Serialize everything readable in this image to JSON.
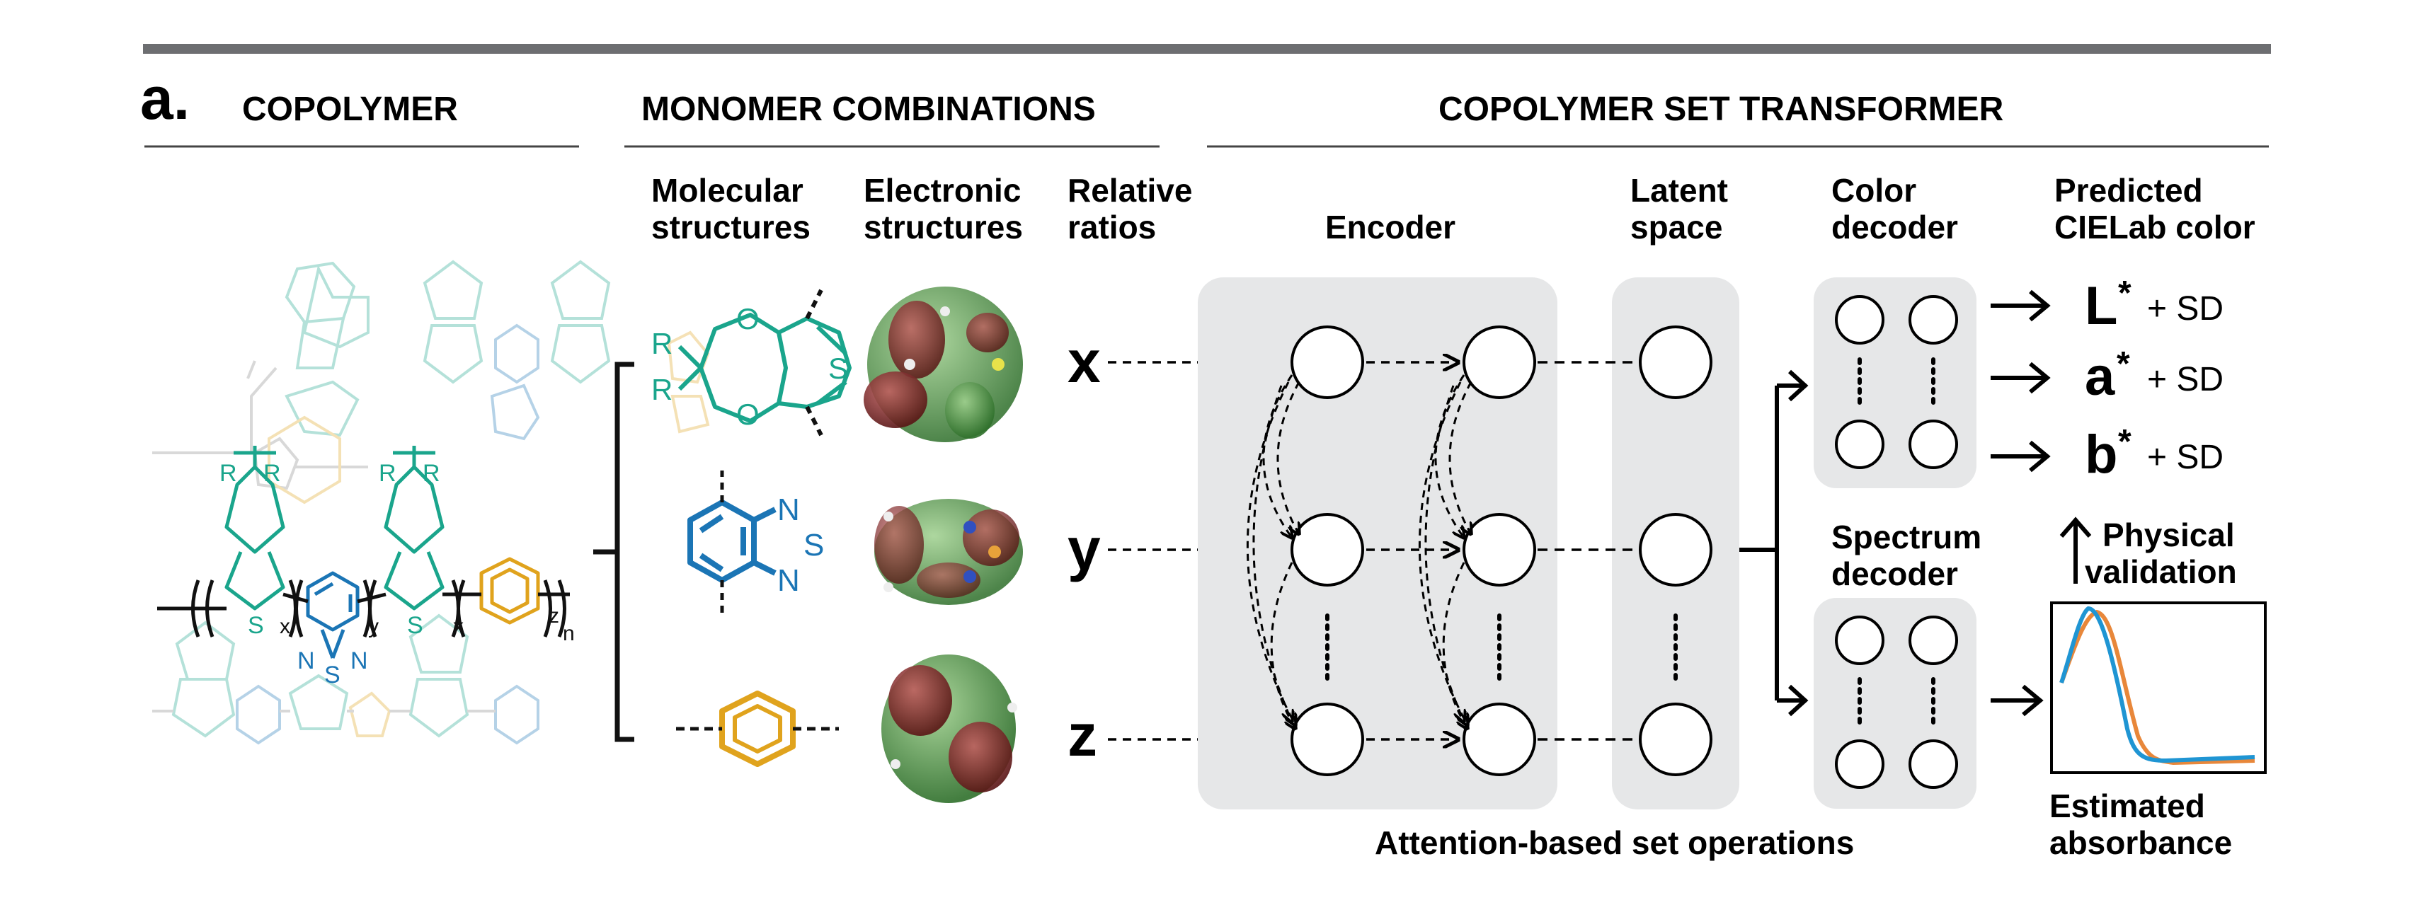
{
  "panel_label": "a.",
  "sections": {
    "copolymer": "COPOLYMER",
    "monomer_combinations": "MONOMER COMBINATIONS",
    "set_transformer": "COPOLYMER SET TRANSFORMER"
  },
  "columns": {
    "molecular": [
      "Molecular",
      "structures"
    ],
    "electronic": [
      "Electronic",
      "structures"
    ],
    "ratios": [
      "Relative",
      "ratios"
    ],
    "encoder": "Encoder",
    "latent": [
      "Latent",
      "space"
    ],
    "color_decoder": [
      "Color",
      "decoder"
    ],
    "predicted": [
      "Predicted",
      "CIELab color"
    ]
  },
  "variables": [
    "x",
    "y",
    "z"
  ],
  "outputs": [
    {
      "label": "L",
      "sup": "*",
      "sd": "+ SD"
    },
    {
      "label": "a",
      "sup": "*",
      "sd": "+ SD"
    },
    {
      "label": "b",
      "sup": "*",
      "sd": "+ SD"
    }
  ],
  "spectrum_decoder": [
    "Spectrum",
    "decoder"
  ],
  "physical_validation": [
    "Physical",
    "validation"
  ],
  "estimated_absorbance": [
    "Estimated",
    "absorbance"
  ],
  "attention_caption": "Attention-based set operations",
  "chem_labels": {
    "R": "R",
    "S": "S",
    "N": "N",
    "O": "O",
    "x": "x",
    "y": "y",
    "z": "z",
    "n": "n"
  },
  "colors": {
    "teal": "#1aa58c",
    "blue": "#1b75b5",
    "gold": "#e0a31d",
    "box_gray": "#e6e7e8",
    "rule_gray": "#6d6e71",
    "spectrum_blue": "#1f95d3",
    "spectrum_orange": "#e8873a",
    "orbital_green": "#3f8f3a",
    "orbital_red": "#8c2a2a"
  }
}
